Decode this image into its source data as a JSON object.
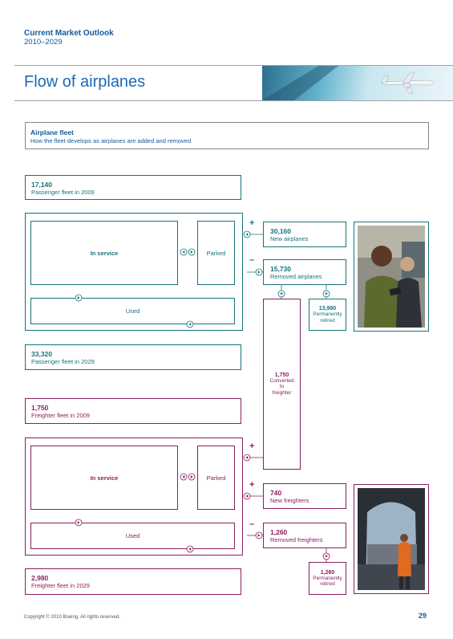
{
  "header": {
    "title": "Current Market Outlook",
    "years": "2010–2029"
  },
  "page_heading": "Flow of airplanes",
  "figure": {
    "title": "Airplane fleet",
    "subtitle": "How the fleet develops as airplanes are added and removed"
  },
  "passenger": {
    "fleet_2009": {
      "value": "17,140",
      "label": "Passenger fleet in 2009"
    },
    "in_service": "In service",
    "parked": "Parked",
    "used": "Used",
    "new_airplanes": {
      "value": "30,160",
      "label": "New airplanes"
    },
    "removed_airplanes": {
      "value": "15,730",
      "label": "Removed airplanes"
    },
    "permanently_retired": {
      "value": "13,980",
      "label1": "Permanently",
      "label2": "retired"
    },
    "fleet_2029": {
      "value": "33,320",
      "label": "Passenger fleet in 2029"
    }
  },
  "converted": {
    "value": "1,750",
    "label1": "Converted",
    "label2": "to",
    "label3": "freighter"
  },
  "freighter": {
    "fleet_2009": {
      "value": "1,750",
      "label": "Freighter fleet in 2009"
    },
    "in_service": "In service",
    "parked": "Parked",
    "used": "Used",
    "new_freighters": {
      "value": "740",
      "label": "New freighters"
    },
    "removed_freighters": {
      "value": "1,260",
      "label": "Removed freighters"
    },
    "permanently_retired": {
      "value": "1,260",
      "label1": "Permanently",
      "label2": "retired"
    },
    "fleet_2029": {
      "value": "2,980",
      "label": "Freighter fleet in 2029"
    }
  },
  "signs": {
    "plus": "+",
    "minus": "–"
  },
  "footer": {
    "copyright": "Copyright © 2010 Boeing. All rights reserved.",
    "page_number": "29"
  },
  "colors": {
    "passenger": "#17737b",
    "freighter": "#8a1f5e",
    "brand": "#14589e"
  }
}
